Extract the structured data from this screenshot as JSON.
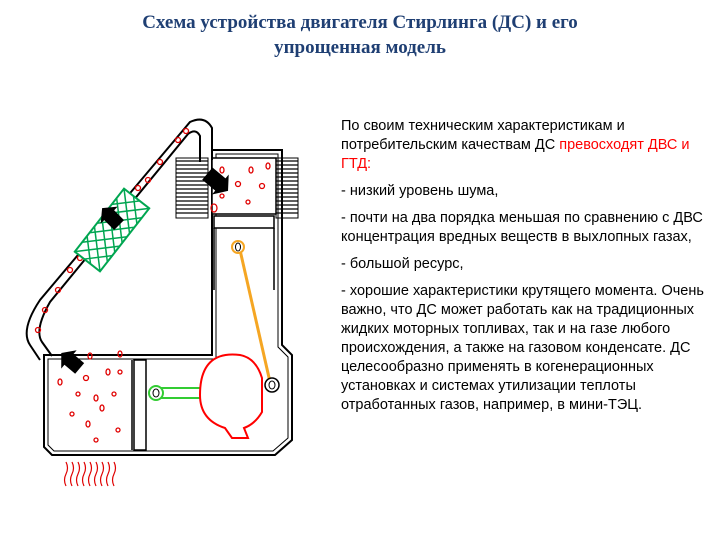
{
  "title": {
    "line1": "Схема устройства двигателя Стирлинга (ДС) и его",
    "line2": "упрощенная модель"
  },
  "body": {
    "intro": "По своим техническим характеристикам и потребительским качествам ДС",
    "intro_highlight": "превосходят ДВС и ГТД:",
    "items": [
      "- низкий уровень шума,",
      "- почти на два порядка меньшая по сравнению с ДВС концентрация вредных веществ в выхлопных газах,",
      "- большой ресурс,",
      "- хорошие характеристики крутящего момента. Очень важно, что ДС может работать как на традиционных жидких моторных топливах, так и на газе любого происхождения, а также на газовом конденсате. ДС целесообразно применять в когенерационных установках и системах утилизации теплоты отработанных газов, например, в мини-ТЭЦ."
    ]
  },
  "colors": {
    "title": "#1f3f73",
    "highlight": "#ff0000",
    "regenerator": "#00a651",
    "particles": "#e00000",
    "crank_disk": "#ff0000",
    "connecting_rod": "#f5a623",
    "piston_rod": "#33cc33",
    "pipe": "#000000"
  },
  "icons": {
    "arrow_upper": "arrow-icon",
    "arrow_lower": "arrow-icon",
    "heater": "wavy-flame-icon"
  }
}
